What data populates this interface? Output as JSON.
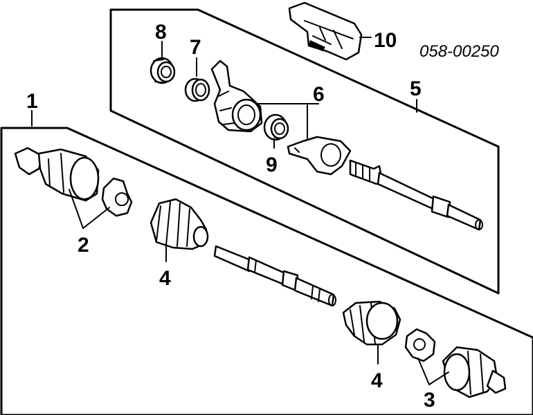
{
  "diagram_code": "058-00250",
  "callouts": {
    "c1": "1",
    "c2": "2",
    "c3": "3",
    "c4a": "4",
    "c4b": "4",
    "c5": "5",
    "c6": "6",
    "c7": "7",
    "c8": "8",
    "c9": "9",
    "c10": "10"
  },
  "colors": {
    "ink": "#000000",
    "paper": "#ffffff"
  }
}
